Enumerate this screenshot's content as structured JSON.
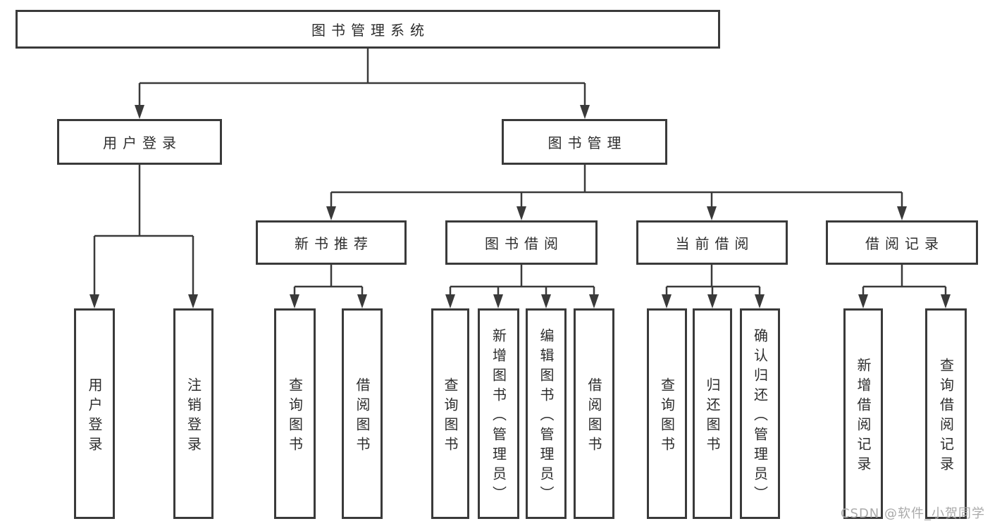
{
  "diagram": {
    "root": {
      "label": "图书管理系统"
    },
    "branches": [
      {
        "label": "用户登录",
        "children": [
          {
            "label": "用户登录"
          },
          {
            "label": "注销登录"
          }
        ]
      },
      {
        "label": "图书管理",
        "children": [
          {
            "label": "新书推荐",
            "children": [
              {
                "label": "查询图书"
              },
              {
                "label": "借阅图书"
              }
            ]
          },
          {
            "label": "图书借阅",
            "children": [
              {
                "label": "查询图书"
              },
              {
                "label": "新增图书（管理员）"
              },
              {
                "label": "编辑图书（管理员）"
              },
              {
                "label": "借阅图书"
              }
            ]
          },
          {
            "label": "当前借阅",
            "children": [
              {
                "label": "查询图书"
              },
              {
                "label": "归还图书"
              },
              {
                "label": "确认归还（管理员）"
              }
            ]
          },
          {
            "label": "借阅记录",
            "children": [
              {
                "label": "新增借阅记录"
              },
              {
                "label": "查询借阅记录"
              }
            ]
          }
        ]
      }
    ]
  },
  "watermark": {
    "text": "CSDN @软件_小贺同学"
  },
  "colors": {
    "line": "#3a3a3a",
    "text": "#2d2d2d",
    "watermark": "#aaaaaa",
    "background": "#ffffff"
  }
}
